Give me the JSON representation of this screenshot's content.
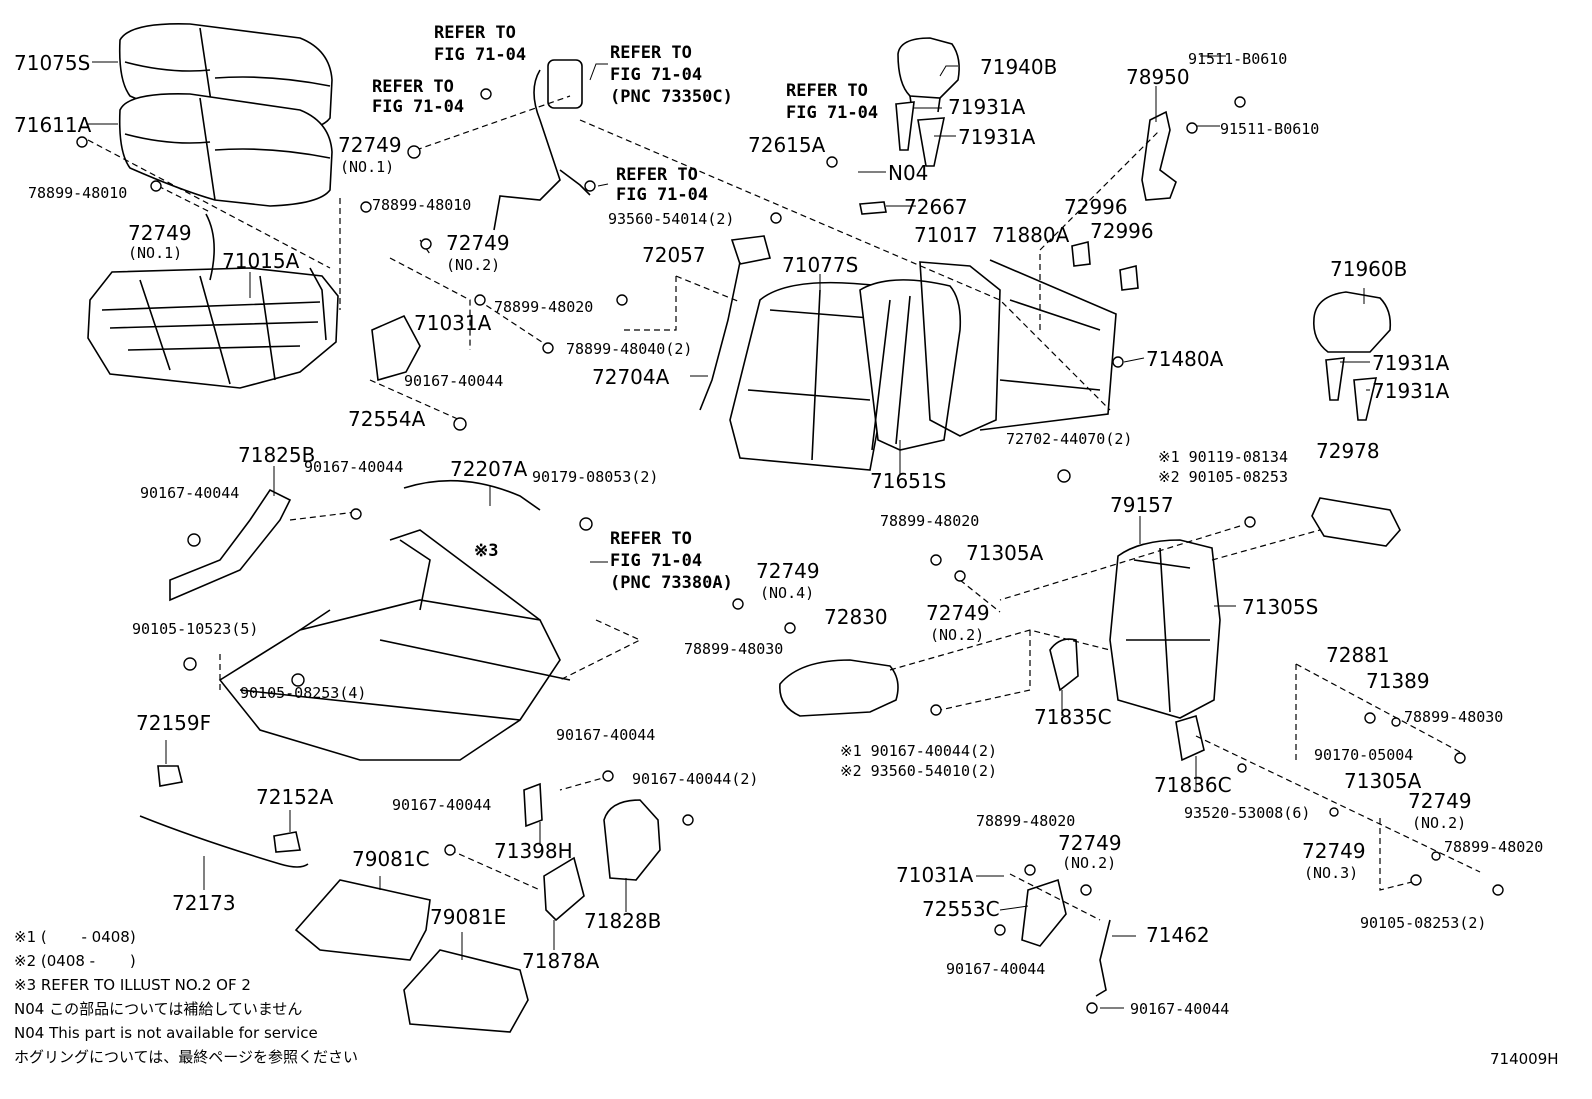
{
  "diagram_id": "714009H",
  "parts": {
    "p71075S": "71075S",
    "p71611A": "71611A",
    "p78899_48010a": "78899-48010",
    "p72749_no1a": "72749",
    "p72749_no1a_sub": "(NO.1)",
    "p71015A": "71015A",
    "p72749_no1b": "72749",
    "p72749_no1b_sub": "(NO.1)",
    "p78899_48010b": "78899-48010",
    "p72749_no2a": "72749",
    "p72749_no2a_sub": "(NO.2)",
    "p78899_48020a": "78899-48020",
    "p71031A_a": "71031A",
    "p90167_40044a": "90167-40044",
    "p72554A": "72554A",
    "ref1_l1": "REFER TO",
    "ref1_l2": "FIG 71-04",
    "ref2_l1": "REFER TO",
    "ref2_l2": "FIG 71-04",
    "ref3_l1": "REFER TO",
    "ref3_l2": "FIG 71-04",
    "ref3_l3": "(PNC 73350C)",
    "ref4_l1": "REFER TO",
    "ref4_l2": "FIG 71-04",
    "ref5_l1": "REFER TO",
    "ref5_l2": "FIG 71-04",
    "ref6_l1": "REFER TO",
    "ref6_l2": "FIG 71-04",
    "ref6_l3": "(PNC 73380A)",
    "p93560_54014": "93560-54014(2)",
    "p72057": "72057",
    "p78899_48040": "78899-48040(2)",
    "p72704A": "72704A",
    "p71077S": "71077S",
    "p72615A": "72615A",
    "pN04": "N04",
    "p71940B": "71940B",
    "p71931A_a": "71931A",
    "p71931A_b": "71931A",
    "p72667": "72667",
    "p71017": "71017",
    "p71880A": "71880A",
    "p72996a": "72996",
    "p72996b": "72996",
    "p78950": "78950",
    "p91511_a": "91511-B0610",
    "p91511_b": "91511-B0610",
    "p71960B": "71960B",
    "p71931A_c": "71931A",
    "p71931A_d": "71931A",
    "p71480A": "71480A",
    "p72702": "72702-44070(2)",
    "p71651S": "71651S",
    "p71825B": "71825B",
    "p90167_40044b": "90167-40044",
    "p90167_40044c": "90167-40044",
    "p72207A": "72207A",
    "p90179": "90179-08053(2)",
    "mark3": "※3",
    "p90105_10523": "90105-10523(5)",
    "p90105_08253_4": "90105-08253(4)",
    "p72749_no4": "72749",
    "p72749_no4_sub": "(NO.4)",
    "p78899_48030a": "78899-48030",
    "p72830": "72830",
    "p78899_48020b": "78899-48020",
    "p71305A_a": "71305A",
    "p72749_no2b": "72749",
    "p72749_no2b_sub": "(NO.2)",
    "p79157": "79157",
    "p71305S": "71305S",
    "p72978": "72978",
    "s1_90119": "※1  90119-08134",
    "s2_90105": "※2  90105-08253",
    "p71835C": "71835C",
    "s1_90167": "※1  90167-40044(2)",
    "s2_93560": "※2  93560-54010(2)",
    "p72881": "72881",
    "p71389": "71389",
    "p78899_48030b": "78899-48030",
    "p90170": "90170-05004",
    "p71836C": "71836C",
    "p93520": "93520-53008(6)",
    "p71305A_b": "71305A",
    "p72749_no2c": "72749",
    "p72749_no2c_sub": "(NO.2)",
    "p78899_48020c": "78899-48020",
    "p72749_no3": "72749",
    "p72749_no3_sub": "(NO.3)",
    "p90105_08253_2": "90105-08253(2)",
    "p72159F": "72159F",
    "p72152A": "72152A",
    "p72173": "72173",
    "p90167_40044d": "90167-40044",
    "p90167_40044e": "90167-40044(2)",
    "p90167_40044f": "90167-40044",
    "p71398H": "71398H",
    "p79081C": "79081C",
    "p79081E": "79081E",
    "p71878A": "71878A",
    "p71828B": "71828B",
    "p78899_48020d": "78899-48020",
    "p72749_no2d": "72749",
    "p72749_no2d_sub": "(NO.2)",
    "p71031A_b": "71031A",
    "p72553C": "72553C",
    "p71462": "71462",
    "p90167_40044g": "90167-40044",
    "p90167_40044h": "90167-40044"
  },
  "notes": {
    "n1": "※1 (　　 - 0408)",
    "n2": "※2 (0408 -　　 )",
    "n3": "※3 REFER TO ILLUST NO.2 OF 2",
    "n4": "N04 この部品については補給していません",
    "n5": "N04 This part is not available for service",
    "n6": "ホグリングについては、最終ページを参照ください"
  }
}
